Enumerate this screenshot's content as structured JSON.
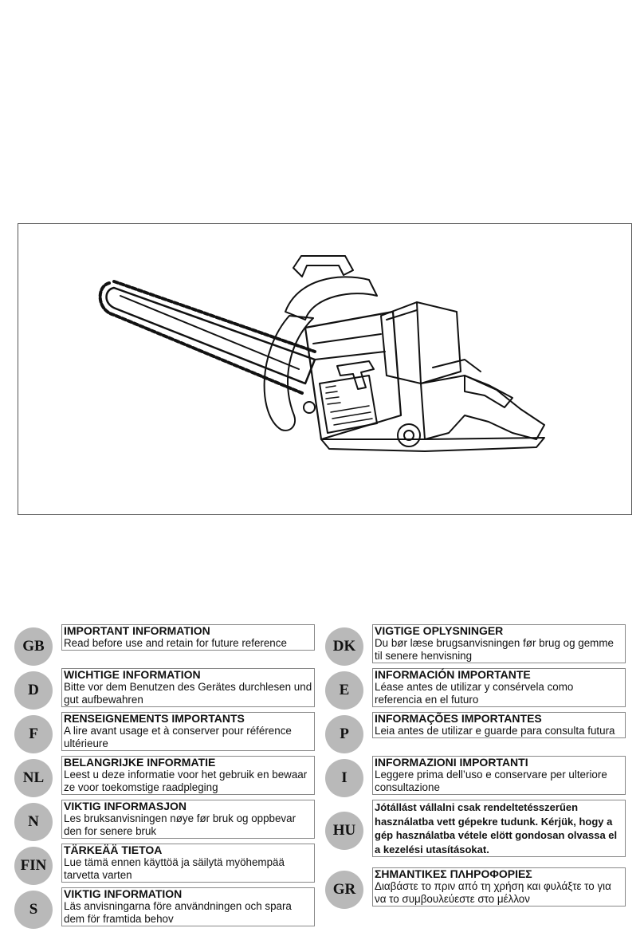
{
  "left": [
    {
      "code": "GB",
      "title": "IMPORTANT INFORMATION",
      "text": "Read before use and retain for future reference"
    },
    {
      "code": "D",
      "title": "WICHTIGE INFORMATION",
      "text": "Bitte vor dem Benutzen des Gerätes durchlesen und gut aufbewahren"
    },
    {
      "code": "F",
      "title": "RENSEIGNEMENTS IMPORTANTS",
      "text": "A lire avant usage et à conserver pour référence ultérieure"
    },
    {
      "code": "NL",
      "title": "BELANGRIJKE INFORMATIE",
      "text": "Leest u deze informatie voor het gebruik en bewaar ze voor toekomstige raadpleging"
    },
    {
      "code": "N",
      "title": "VIKTIG INFORMASJON",
      "text": "Les bruksanvisningen nøye før bruk og oppbevar den for senere bruk"
    },
    {
      "code": "FIN",
      "title": "TÄRKEÄÄ TIETOA",
      "text": "Lue tämä ennen käyttöä ja säilytä myöhempää tarvetta varten"
    },
    {
      "code": "S",
      "title": "VIKTIG INFORMATION",
      "text": "Läs anvisningarna före användningen och spara dem för framtida behov"
    }
  ],
  "right": [
    {
      "code": "DK",
      "title": "VIGTIGE OPLYSNINGER",
      "text": "Du bør læse brugsanvisningen før brug og gemme til senere henvisning"
    },
    {
      "code": "E",
      "title": "INFORMACIÓN  IMPORTANTE",
      "text": "Léase antes de utilizar y consérvela como referencia en el futuro"
    },
    {
      "code": "P",
      "title": "INFORMAÇÕES  IMPORTANTES",
      "text": "Leia antes de utilizar e guarde para consulta futura"
    },
    {
      "code": "I",
      "title": "INFORMAZIONI  IMPORTANTI",
      "text": "Leggere prima dell’uso e conservare per ulteriore consultazione"
    },
    {
      "code": "HU",
      "title": "",
      "text": "Jótállást vállalni csak rendeltetésszerűen használatba vett gépekre tudunk.  Kérjük, hogy a gép használatba vétele elött gondosan olvassa el a kezelési utasításokat."
    },
    {
      "code": "GR",
      "title": "ΣΗΜΑΝΤΙΚΕΣ ΠΛΗΡΟΦΟΡΙΕΣ",
      "text": "Διαβάστε το πριν από  τη  χρήση και φυλάξτε το για να το συμβουλεύεστε στο μέλλον"
    }
  ]
}
